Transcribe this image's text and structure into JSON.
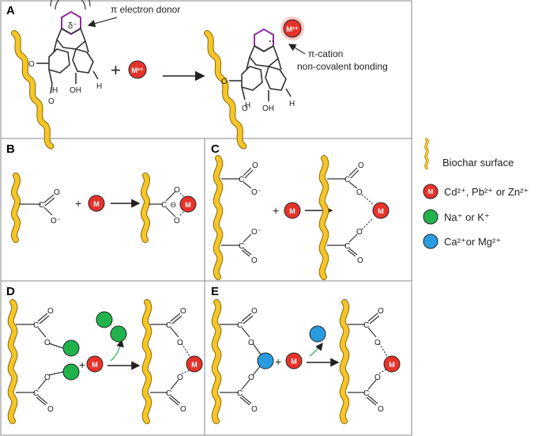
{
  "panels": {
    "A": {
      "letter": "A",
      "donor_label": "π  electron donor",
      "delta_label": "δ⁻",
      "oh_label": "OH",
      "h_label": "H",
      "o_label": "O",
      "plus": "+",
      "metal_ion": "M²⁺",
      "cation_label_line1": "π-cation",
      "cation_label_line2": "non-covalent bonding",
      "dots": "··"
    },
    "B": {
      "letter": "B"
    },
    "C": {
      "letter": "C"
    },
    "D": {
      "letter": "D"
    },
    "E": {
      "letter": "E"
    }
  },
  "chem_text": {
    "C": "C",
    "O": "O",
    "O_minus": "O⁻",
    "minus_circle": "⊖",
    "M": "M",
    "plus": "+"
  },
  "legend": {
    "biochar": "Biochar surface",
    "red": "Cd²⁺, Pb²⁺ or Zn²⁺",
    "green": "Na⁺ or K⁺",
    "blue": "Ca²⁺or Mg²⁺"
  },
  "colors": {
    "biochar": "#f5c52a",
    "biochar_outline": "#8a6a00",
    "metal": "#e8332a",
    "alkali": "#22b24c",
    "alkaline_earth": "#2b9be0",
    "ring_highlight": "#8e2b9e",
    "border": "#888888"
  }
}
